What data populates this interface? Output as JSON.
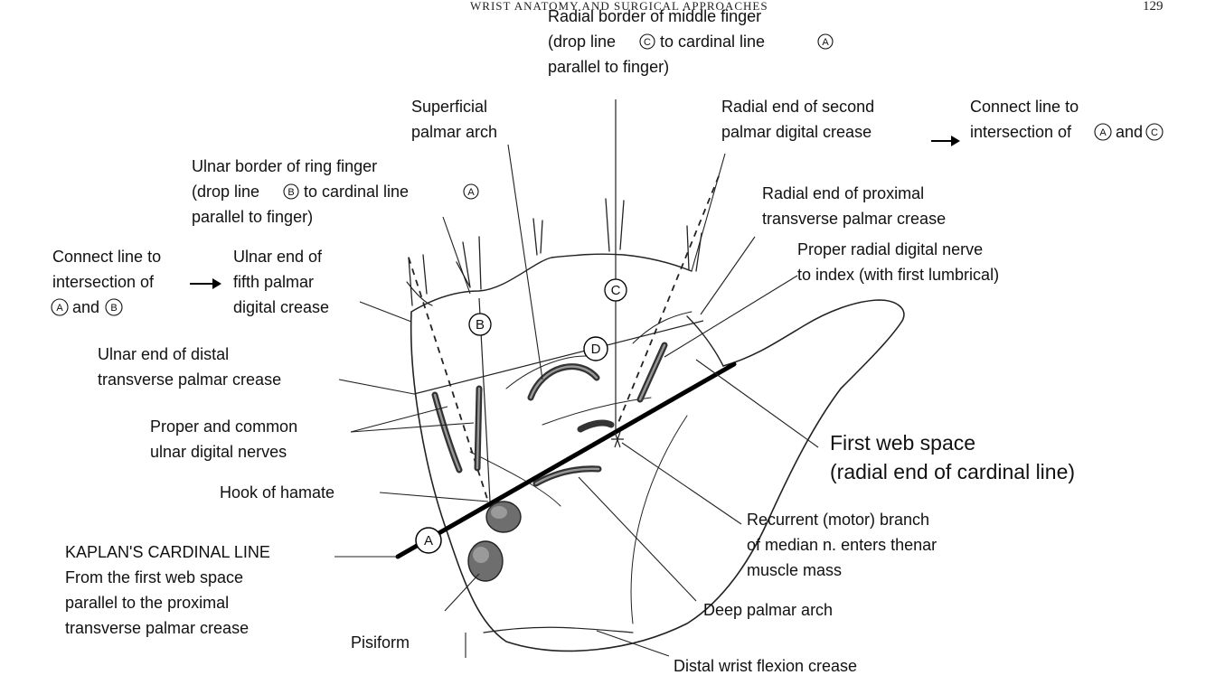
{
  "header": {
    "running_title": "WRIST ANATOMY AND SURGICAL APPROACHES",
    "page_number": "129"
  },
  "markers": {
    "A": "A",
    "B": "B",
    "C": "C",
    "D": "D"
  },
  "labels": {
    "superficial_arch": [
      "Superficial",
      "palmar arch"
    ],
    "radial_middle": [
      "Radial border of middle finger",
      "(drop line",
      "to cardinal line",
      "parallel to finger)"
    ],
    "radial_second": [
      "Radial end of second",
      "palmar digital crease"
    ],
    "connect_right": [
      "Connect line to",
      "intersection of",
      "and"
    ],
    "ulnar_ring": [
      "Ulnar border of ring finger",
      "(drop line",
      "to cardinal line",
      "parallel to finger)"
    ],
    "radial_proximal": [
      "Radial end of proximal",
      "transverse palmar crease"
    ],
    "proper_radial": [
      "Proper radial digital nerve",
      "to index (with first lumbrical)"
    ],
    "connect_left": [
      "Connect line to",
      "intersection of",
      "and"
    ],
    "ulnar_fifth": [
      "Ulnar end of",
      "fifth palmar",
      "digital crease"
    ],
    "ulnar_distal": [
      "Ulnar end of distal",
      "transverse palmar crease"
    ],
    "proper_common": [
      "Proper and common",
      "ulnar digital nerves"
    ],
    "first_web": [
      "First web space",
      "(radial end of cardinal line)"
    ],
    "hook_hamate": "Hook of hamate",
    "recurrent": [
      "Recurrent (motor) branch",
      "of median n. enters thenar",
      "muscle mass"
    ],
    "kaplan": [
      "KAPLAN'S CARDINAL LINE",
      "From the first web space",
      "parallel to the proximal",
      "transverse palmar crease"
    ],
    "deep_arch": "Deep palmar arch",
    "pisiform": "Pisiform",
    "distal_wrist": "Distal wrist flexion crease"
  }
}
